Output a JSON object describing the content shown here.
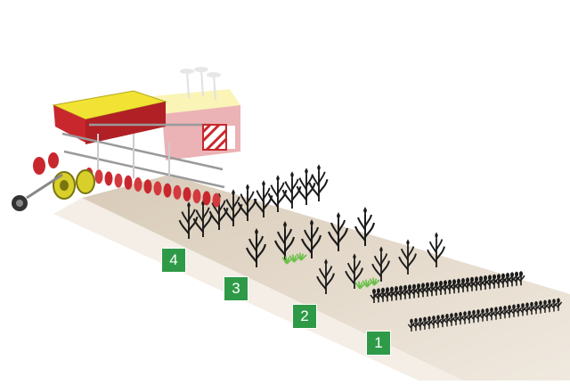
{
  "badges": [
    {
      "id": "badge-4",
      "label": "4"
    },
    {
      "id": "badge-3",
      "label": "3"
    },
    {
      "id": "badge-2",
      "label": "2"
    },
    {
      "id": "badge-1",
      "label": "1"
    }
  ],
  "colors": {
    "background": "#ffffff",
    "field_light": "#efe7dc",
    "field_dark": "#dfd2c1",
    "hopper_yellow": "#f2e233",
    "machine_red": "#c8282d",
    "wheel_yellow": "#d8cf2a",
    "badge_green": "#2e9a47",
    "plant_black": "#1c1c1c",
    "grass_green": "#6cc04a"
  },
  "icons": [
    "maize-plant-icon",
    "grass-tuft-icon",
    "seed-drill-machine-icon"
  ]
}
